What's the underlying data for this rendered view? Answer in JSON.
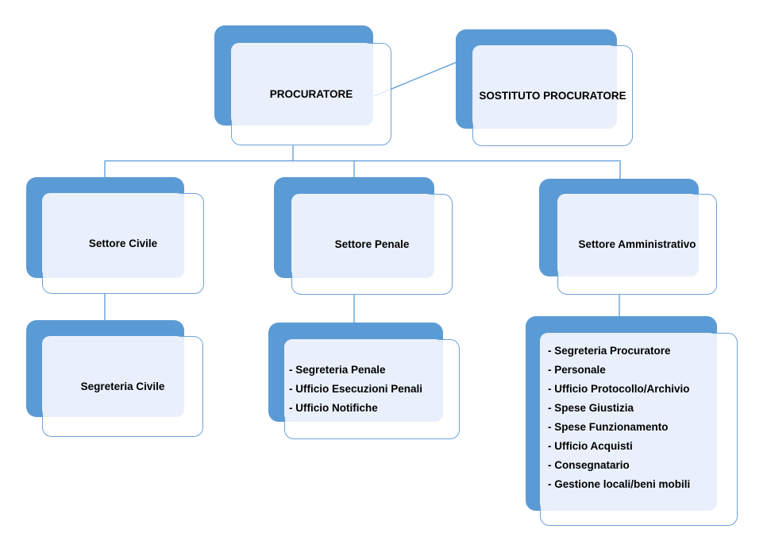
{
  "diagram": {
    "type": "org-chart",
    "org": {
      "procuratore": {
        "label": "PROCURATORE"
      },
      "sostituto": {
        "label": "SOSTITUTO PROCURATORE"
      },
      "settore_civile": {
        "label": "Settore Civile"
      },
      "settore_penale": {
        "label": "Settore Penale"
      },
      "settore_amministrativo": {
        "label": "Settore Amministrativo"
      },
      "segreteria_civile": {
        "label": "Segreteria Civile"
      },
      "penale_uffici": {
        "items": [
          "- Segreteria Penale",
          "- Ufficio Esecuzioni Penali",
          "- Ufficio Notifiche"
        ]
      },
      "amministrativo_uffici": {
        "items": [
          "- Segreteria Procuratore",
          "- Personale",
          "- Ufficio Protocollo/Archivio",
          "- Spese Giustizia",
          "- Spese Funzionamento",
          "- Ufficio Acquisti",
          "- Consegnatario",
          "- Gestione locali/beni mobili"
        ]
      }
    },
    "edges": [
      {
        "from": "procuratore",
        "to": "sostituto",
        "style": "diagonal"
      },
      {
        "from": "procuratore",
        "to": "settore_civile"
      },
      {
        "from": "procuratore",
        "to": "settore_penale"
      },
      {
        "from": "procuratore",
        "to": "settore_amministrativo"
      },
      {
        "from": "settore_civile",
        "to": "segreteria_civile"
      },
      {
        "from": "settore_penale",
        "to": "penale_uffici"
      },
      {
        "from": "settore_amministrativo",
        "to": "amministrativo_uffici"
      }
    ]
  },
  "colors": {
    "accent": "#5b9bd5",
    "edge": "#6ea2d8",
    "tint": "#eaf0fb",
    "line": "#5b9bd5",
    "ink": "#000000",
    "page-bg": "#ffffff"
  }
}
